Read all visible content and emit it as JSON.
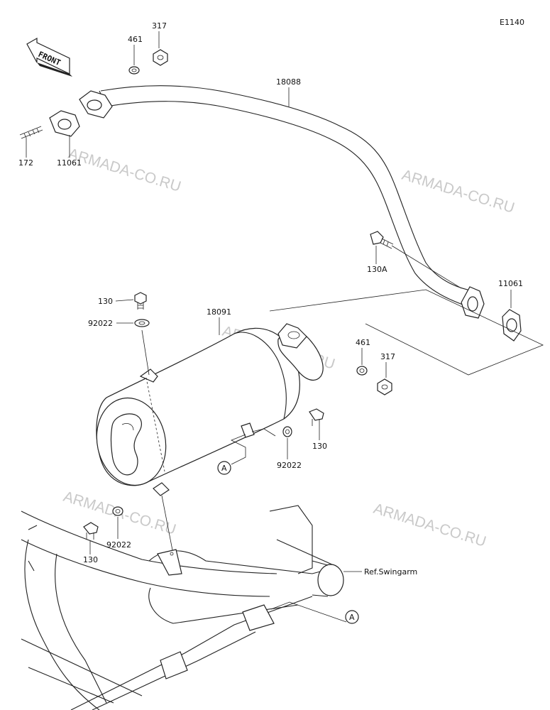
{
  "diagram": {
    "code": "E1140",
    "front_label": "FRONT",
    "watermark": "ARMADA-CO.RU",
    "ref_text": "Ref.Swingarm",
    "callout": "A",
    "parts": {
      "nut_top": "317",
      "washer_top": "461",
      "pipe": "18088",
      "stud": "172",
      "gasket_left": "11061",
      "bolt_pipe": "130A",
      "gasket_right": "11061",
      "bolt_top": "130",
      "washer_top_muffler": "92022",
      "muffler": "18091",
      "washer_mid": "461",
      "nut_mid": "317",
      "bolt_right": "130",
      "washer_right": "92022",
      "washer_bottom": "92022",
      "bolt_bottom": "130"
    }
  }
}
